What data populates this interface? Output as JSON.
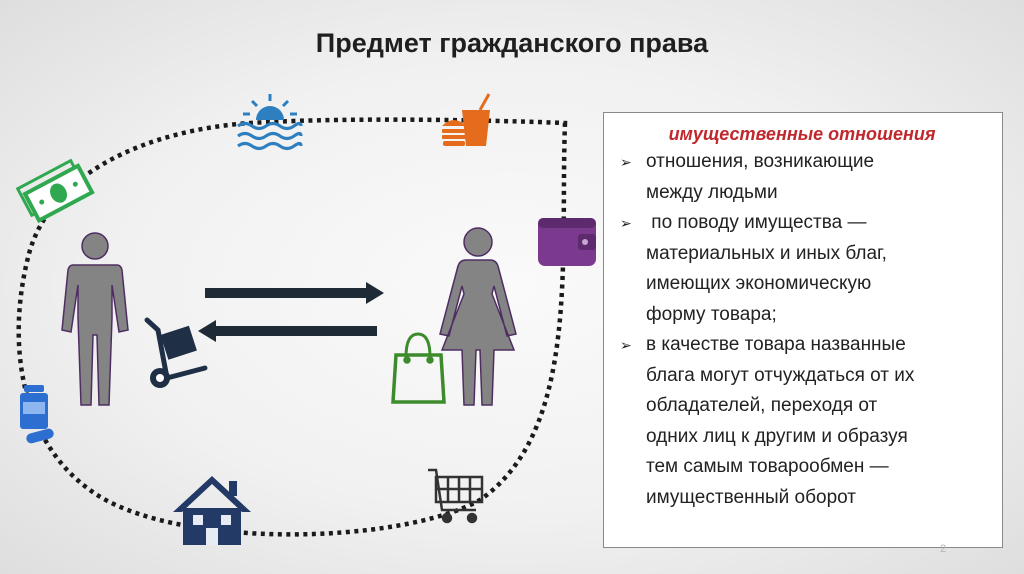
{
  "slide": {
    "title": "Предмет гражданского права",
    "page_number": "2"
  },
  "text_box": {
    "heading": "имущественные отношения",
    "bullet_marker": "➢",
    "bullets": [
      {
        "lines": [
          "отношения, возникающие",
          "между людьми"
        ]
      },
      {
        "lines": [
          " по поводу имущества —",
          "материальных и иных благ,",
          "имеющих экономическую",
          "форму товара;"
        ]
      },
      {
        "lines": [
          "в качестве товара названные",
          "блага могут отчуждаться от их",
          "обладателей, переходя от",
          "одних лиц к другим и образуя",
          "тем самым товарообмен —",
          "имущественный оборот"
        ]
      }
    ]
  },
  "colors": {
    "person": "#848484",
    "person_outline": "#4e2e62",
    "arrow": "#1e2a36",
    "loop": "#1a1a1a",
    "sun_waves": "#2e7fbf",
    "food": "#e46c1c",
    "money": "#2fa84f",
    "wallet": "#7b3a8e",
    "medicine": "#2c6fd0",
    "house": "#233a66",
    "cart": "#333333",
    "bag": "#3d8b2c",
    "dolly": "#1f2f46",
    "heading": "#c0282d"
  },
  "icons": [
    "sun-over-waves-icon",
    "fast-food-icon",
    "money-icon",
    "wallet-icon",
    "medicine-icon",
    "house-icon",
    "shopping-cart-icon",
    "shopping-bag-icon",
    "hand-truck-icon",
    "man-icon",
    "woman-icon"
  ]
}
